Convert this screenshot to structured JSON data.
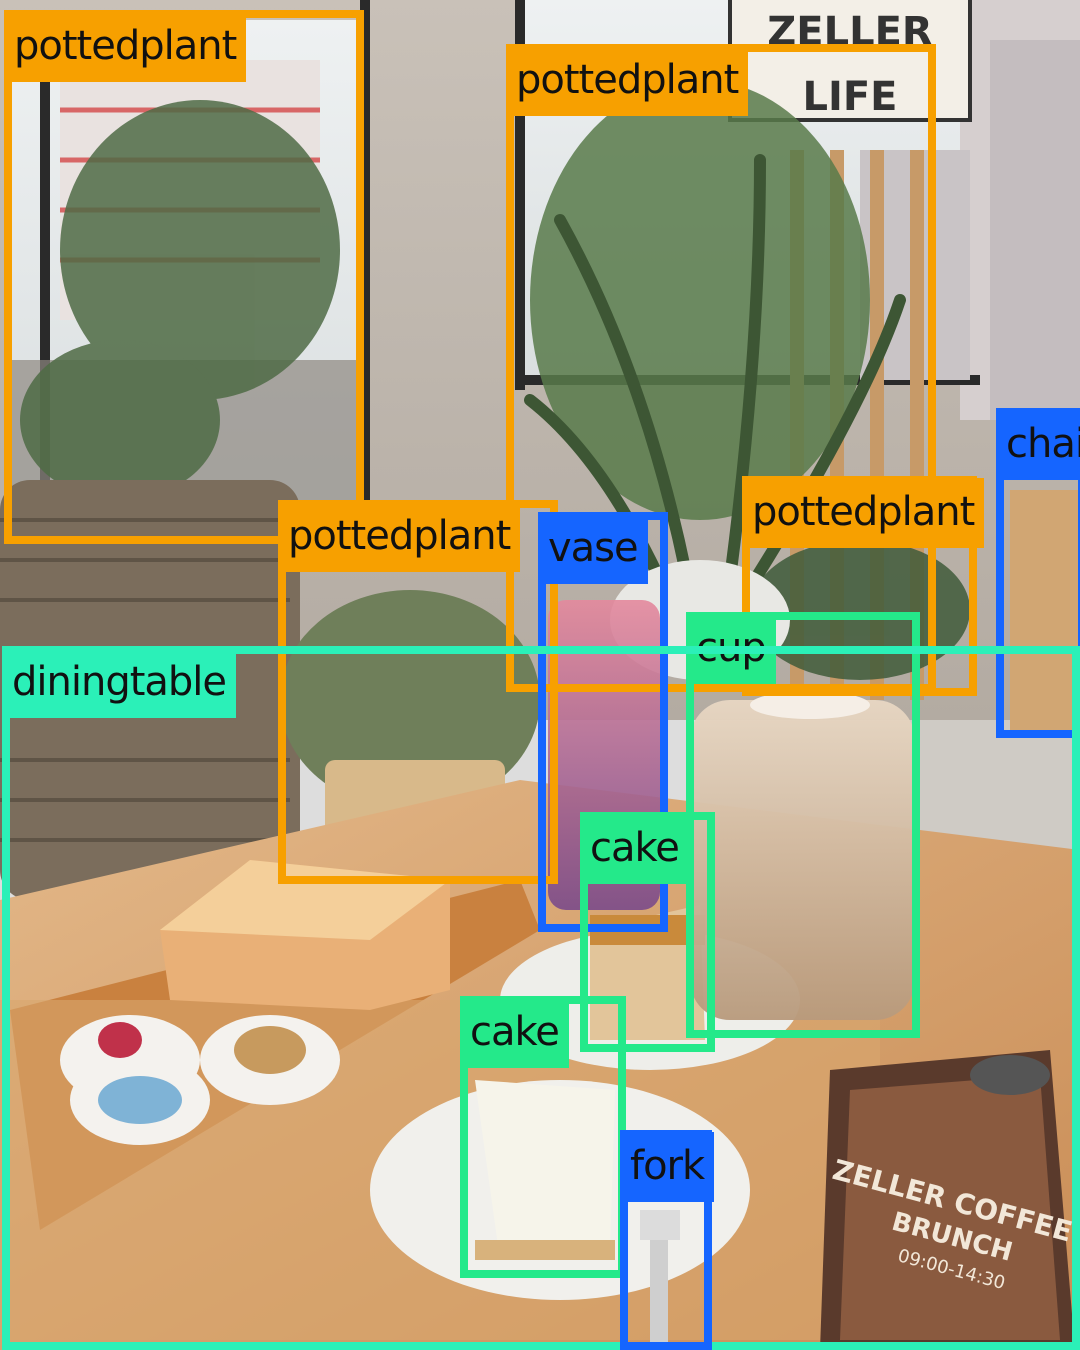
{
  "scene": {
    "sign_text": [
      "ZELLER",
      "LIFE"
    ],
    "menu_text": [
      "ZELLER COFFEE",
      "BRUNCH",
      "09:00-14:30"
    ]
  },
  "colors": {
    "pottedplant": "#F7A000",
    "diningtable": "#2BF0B8",
    "vase": "#1565FF",
    "chair": "#1565FF",
    "fork": "#1565FF",
    "cup": "#24E98A",
    "cake": "#24E98A"
  },
  "detections": [
    {
      "label": "pottedplant"
    },
    {
      "label": "pottedplant"
    },
    {
      "label": "pottedplant"
    },
    {
      "label": "pottedplant"
    },
    {
      "label": "vase"
    },
    {
      "label": "chair"
    },
    {
      "label": "cup"
    },
    {
      "label": "diningtable"
    },
    {
      "label": "cake"
    },
    {
      "label": "cake"
    },
    {
      "label": "fork"
    }
  ]
}
